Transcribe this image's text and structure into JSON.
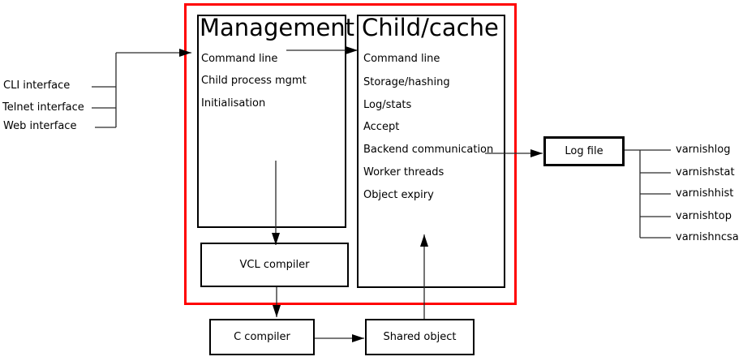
{
  "management": {
    "title": "Management",
    "items": [
      "Command line",
      "Child process mgmt",
      "Initialisation"
    ]
  },
  "child_cache": {
    "title": "Child/cache",
    "items": [
      "Command line",
      "Storage/hashing",
      "Log/stats",
      "Accept",
      "Backend communication",
      "Worker threads",
      "Object expiry"
    ]
  },
  "interfaces": [
    "CLI interface",
    "Telnet interface",
    "Web interface"
  ],
  "boxes": {
    "vcl_compiler": "VCL compiler",
    "c_compiler": "C compiler",
    "shared_object": "Shared object",
    "log_file": "Log file"
  },
  "tools": [
    "varnishlog",
    "varnishstat",
    "varnishhist",
    "varnishtop",
    "varnishncsa"
  ],
  "colors": {
    "highlight": "#ff0000",
    "line": "#000000",
    "background": "#ffffff"
  }
}
